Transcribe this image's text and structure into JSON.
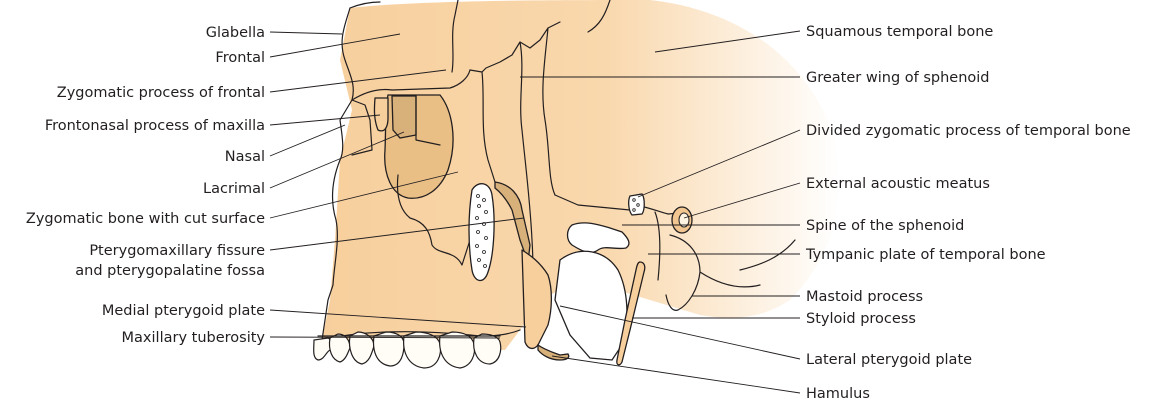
{
  "labels_left": [
    {
      "id": "glabella",
      "text": "Glabella"
    },
    {
      "id": "frontal",
      "text": "Frontal"
    },
    {
      "id": "zygomatic-process-of-frontal",
      "text": "Zygomatic process of frontal"
    },
    {
      "id": "frontonasal-process-of-maxilla",
      "text": "Frontonasal process of maxilla"
    },
    {
      "id": "nasal",
      "text": "Nasal"
    },
    {
      "id": "lacrimal",
      "text": "Lacrimal"
    },
    {
      "id": "zygomatic-bone-cut-surface",
      "text": "Zygomatic bone with cut surface"
    },
    {
      "id": "pterygomaxillary-fissure",
      "text": "Pterygomaxillary fissure",
      "text2": "and pterygopalatine fossa"
    },
    {
      "id": "medial-pterygoid-plate",
      "text": "Medial pterygoid plate"
    },
    {
      "id": "maxillary-tuberosity",
      "text": "Maxillary tuberosity"
    }
  ],
  "labels_right": [
    {
      "id": "squamous-temporal-bone",
      "text": "Squamous temporal bone"
    },
    {
      "id": "greater-wing-of-sphenoid",
      "text": "Greater wing of sphenoid"
    },
    {
      "id": "divided-zygomatic-process",
      "text": "Divided zygomatic process of temporal bone"
    },
    {
      "id": "external-acoustic-meatus",
      "text": "External acoustic meatus"
    },
    {
      "id": "spine-of-the-sphenoid",
      "text": "Spine of the sphenoid"
    },
    {
      "id": "tympanic-plate",
      "text": "Tympanic plate of temporal bone"
    },
    {
      "id": "mastoid-process",
      "text": "Mastoid process"
    },
    {
      "id": "styloid-process",
      "text": "Styloid process"
    },
    {
      "id": "lateral-pterygoid-plate",
      "text": "Lateral pterygoid plate"
    },
    {
      "id": "hamulus",
      "text": "Hamulus"
    }
  ],
  "colors": {
    "bone": "#f7cf9d",
    "bone_fade": "#ffffff",
    "bone_dark": "#d7b07a",
    "outline": "#231f20",
    "tooth": "#fffdf6"
  }
}
